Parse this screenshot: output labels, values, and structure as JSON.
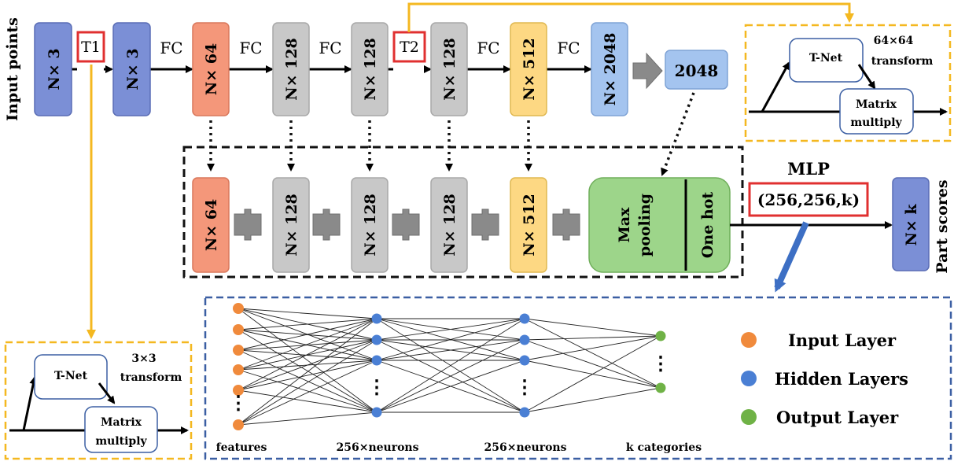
{
  "top_row": {
    "input_axis_label": "Input points",
    "blocks": [
      "N× 3",
      "N× 3",
      "N× 64",
      "N× 128",
      "N× 128",
      "N× 128",
      "N× 512",
      "N× 2048"
    ],
    "fc_labels": [
      "FC",
      "FC",
      "FC",
      "FC",
      "FC"
    ],
    "t1_label": "T1",
    "t2_label": "T2",
    "global_feature": "2048"
  },
  "bottom_row": {
    "blocks": [
      "N× 64",
      "N× 128",
      "N× 128",
      "N× 128",
      "N× 512"
    ],
    "max_pool_label": "Max pooling",
    "one_hot_label": "One hot"
  },
  "mlp": {
    "title": "MLP",
    "params": "(256,256,k)"
  },
  "output": {
    "block": "N× k",
    "axis_label": "Part scores"
  },
  "tnet_64": {
    "tnet_label": "T-Net",
    "transform_label_1": "64×64",
    "transform_label_2": "transform",
    "matrix_label_1": "Matrix",
    "matrix_label_2": "multiply"
  },
  "tnet_3": {
    "tnet_label": "T-Net",
    "transform_label_1": "3×3",
    "transform_label_2": "transform",
    "matrix_label_1": "Matrix",
    "matrix_label_2": "multiply"
  },
  "neural_net": {
    "captions": [
      "features",
      "256×neurons",
      "256×neurons",
      "k categories"
    ],
    "dots": "⋮",
    "legend": [
      {
        "label": "Input Layer",
        "color": "#f08a3c"
      },
      {
        "label": "Hidden Layers",
        "color": "#4a7fd4"
      },
      {
        "label": "Output Layer",
        "color": "#6fb246"
      }
    ]
  },
  "colors": {
    "blue_block": "#7b8fd6",
    "orange_block": "#f4977a",
    "gray_block": "#c8c8c8",
    "yellow_block": "#fdd883",
    "light_blue_block": "#a4c4ef",
    "green_block": "#9dd58a",
    "red_outline": "#e03030",
    "yellow_line": "#f4b820",
    "blue_dash": "#3b5fa3"
  }
}
